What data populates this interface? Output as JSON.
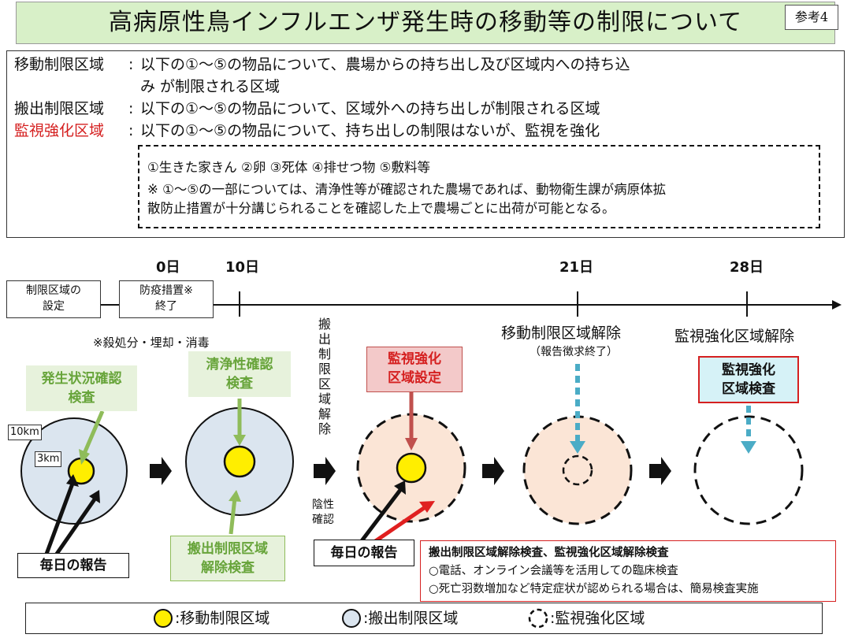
{
  "title": "高病原性鳥インフルエンザ発生時の移動等の制限について",
  "ref_label": "参考4",
  "definitions": [
    {
      "term": "移動制限区域",
      "desc_line1": "以下の①～⑤の物品について、農場からの持ち出し及び区域内への持ち込",
      "desc_line2": "み が制限される区域",
      "color": "#111111"
    },
    {
      "term": "搬出制限区域",
      "desc_line1": "以下の①～⑤の物品について、区域外への持ち出しが制限される区域",
      "color": "#111111"
    },
    {
      "term": "監視強化区域",
      "desc_line1": "以下の①～⑤の物品について、持ち出しの制限はないが、監視を強化",
      "color": "#d52020"
    }
  ],
  "definition_separator": ":",
  "items_line": "①生きた家きん ②卵 ③死体 ④排せつ物 ⑤敷料等",
  "note_lines": [
    "※ ①～⑤の一部については、清浄性等が確認された農場であれば、動物衛生課が病原体拡",
    "散防止措置が十分講じられることを確認した上で農場ごとに出荷が可能となる。"
  ],
  "timeline": {
    "days": [
      "0日",
      "10日",
      "21日",
      "28日"
    ],
    "setup_box_line1": "制限区域の",
    "setup_box_line2": "設定",
    "prevent_box_line1": "防疫措置※",
    "prevent_box_line2": "終了",
    "prevent_note": "※殺処分・埋却・消毒",
    "move_release": "移動制限区域解除",
    "move_release_sub": "（報告徴求終了）",
    "watch_release": "監視強化区域解除"
  },
  "stage1": {
    "check_line1": "発生状況確認",
    "check_line2": "検査",
    "r_outer": "10km",
    "r_inner": "3km",
    "report": "毎日の報告"
  },
  "stage2": {
    "check_line1": "清浄性確認",
    "check_line2": "検査",
    "release_check_line1": "搬出制限区域",
    "release_check_line2": "解除検査"
  },
  "stage3": {
    "vertical_label": "搬出制限区域解除",
    "negative_label_line1": "陰性",
    "negative_label_line2": "確認",
    "set_box_line1": "監視強化",
    "set_box_line2": "区域設定",
    "report": "毎日の報告"
  },
  "stage5": {
    "check_line1": "監視強化",
    "check_line2": "区域検査"
  },
  "inspection_note": {
    "title": "搬出制限区域解除検査、監視強化区域解除検査",
    "line1": "○電話、オンライン会議等を活用しての臨床検査",
    "line2": "○死亡羽数増加など特定症状が認められる場合は、簡易検査実施"
  },
  "legend": [
    {
      "label": ":移動制限区域"
    },
    {
      "label": ":搬出制限区域"
    },
    {
      "label": ":監視強化区域"
    }
  ],
  "colors": {
    "title_bg": "#d8f0c8",
    "move_zone": "#ffee00",
    "carry_zone": "#dbe5ef",
    "watch_zone_fill": "#fbe5d6",
    "green_text": "#67a43a",
    "green_arrow": "#8fbc5a",
    "red": "#d52020",
    "red_arrow": "#c0504d",
    "blue_arrow": "#4bacc6"
  }
}
